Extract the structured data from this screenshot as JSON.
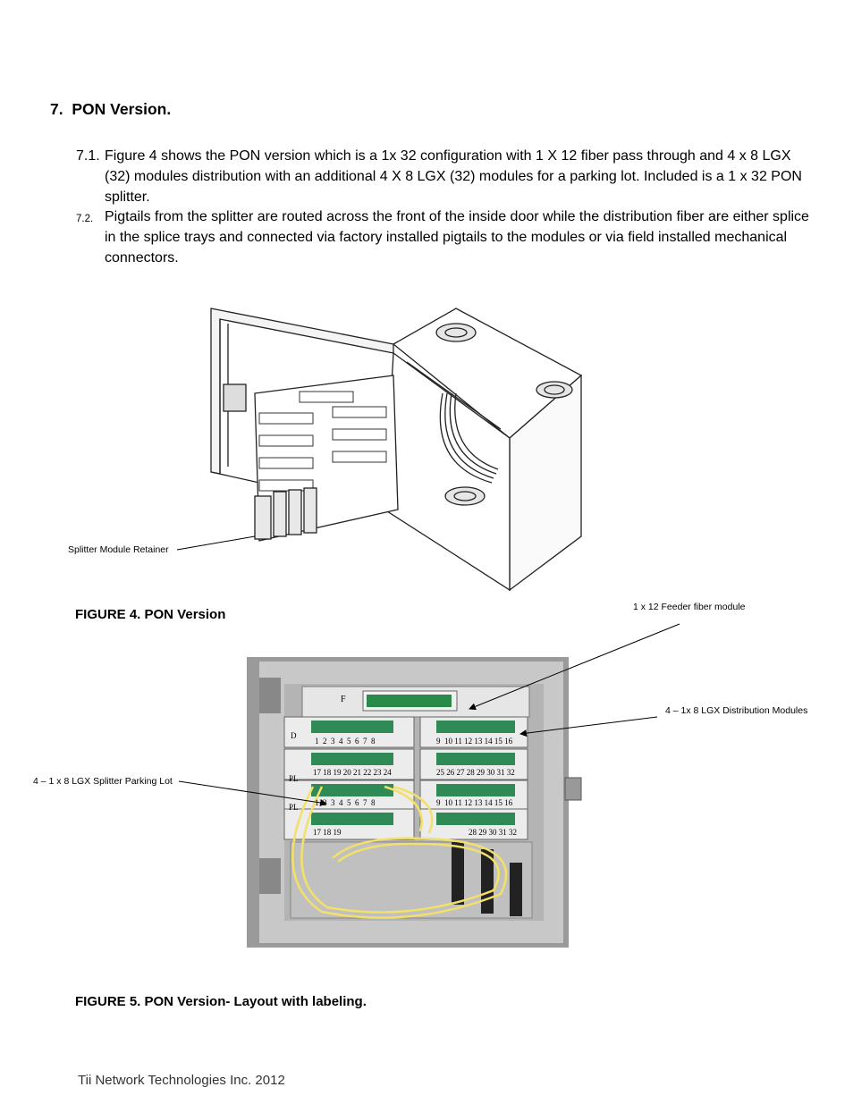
{
  "section": {
    "number": "7.",
    "title": "PON Version."
  },
  "paragraphs": [
    {
      "number": "7.1.",
      "text": "Figure 4 shows the PON version which  is a 1x 32 configuration with 1 X 12 fiber pass through and 4 x 8 LGX (32) modules distribution with an additional 4 X 8 LGX (32) modules for a parking lot. Included is a 1 x 32 PON splitter."
    },
    {
      "number": "7.2.",
      "text": "Pigtails from the splitter are routed across the front of the inside door while the distribution fiber are either splice in the splice trays and connected via factory installed pigtails to the modules or via field installed mechanical connectors."
    }
  ],
  "figure4": {
    "callout": "Splitter Module Retainer",
    "caption": "FIGURE 4. PON Version"
  },
  "figure5": {
    "callouts": {
      "feeder": "1 x 12 Feeder fiber module",
      "distribution": "4 – 1x 8 LGX Distribution Modules",
      "parking": "4 – 1 x 8 LGX Splitter Parking Lot"
    },
    "panel_labels": {
      "f": "F",
      "d": "D",
      "pl1": "PL",
      "pl2": "PL"
    },
    "row_numbers": {
      "r1_left": "1  2  3  4  5  6  7  8",
      "r1_right": "9  10 11 12 13 14 15 16",
      "r2_left": "17 18 19 20 21 22 23 24",
      "r2_right": "25 26 27 28 29 30 31 32",
      "r3_left": "1  2  3  4  5  6  7  8",
      "r3_right": "9  10 11 12 13 14 15 16",
      "r4_left": "17 18 19",
      "r4_right": "28 29 30 31 32"
    },
    "caption": "FIGURE 5. PON Version- Layout with labeling."
  },
  "footer": "Tii Network Technologies Inc. 2012"
}
